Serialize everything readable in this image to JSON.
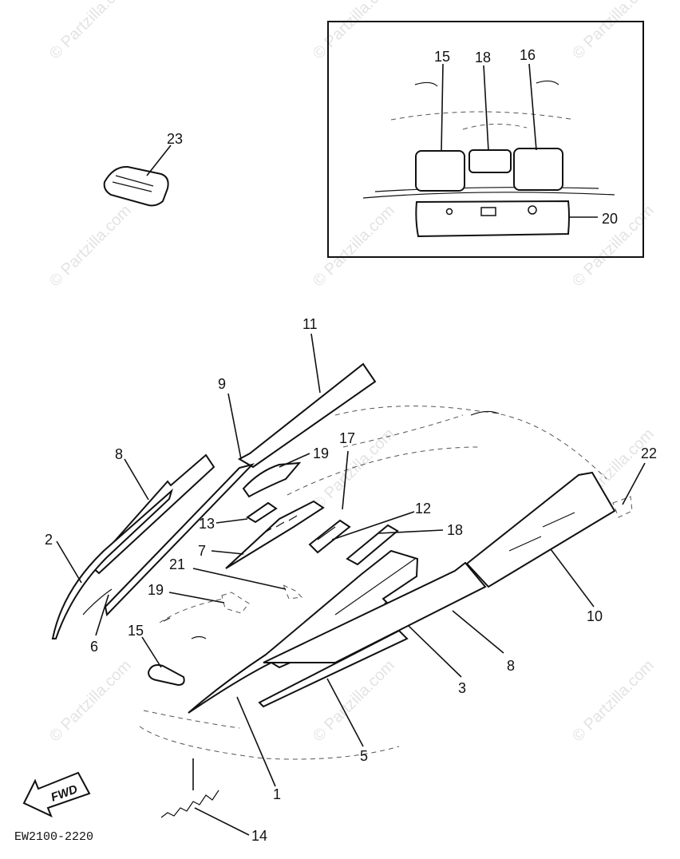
{
  "watermark": "© Partzilla.com",
  "callouts": {
    "c1": "1",
    "c2": "2",
    "c3": "3",
    "c5": "5",
    "c6": "6",
    "c7": "7",
    "c8": "8",
    "c8b": "8",
    "c9": "9",
    "c10": "10",
    "c11": "11",
    "c12": "12",
    "c13": "13",
    "c14": "14",
    "c15a": "15",
    "c15b": "15",
    "c16": "16",
    "c17": "17",
    "c18a": "18",
    "c18b": "18",
    "c19a": "19",
    "c19b": "19",
    "c20": "20",
    "c21": "21",
    "c22": "22",
    "c23": "23"
  },
  "fwd_label": "FWD",
  "diagram_code": "EW2100-2220"
}
